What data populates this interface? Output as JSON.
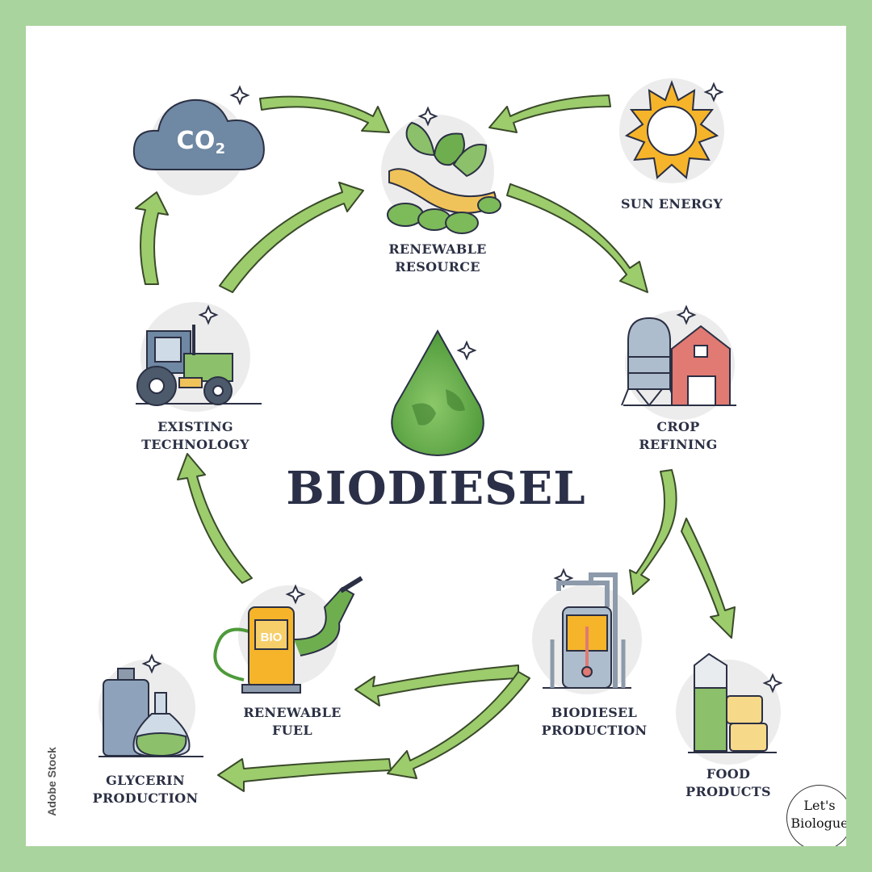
{
  "title": "BIODIESEL",
  "nodes": {
    "co2": {
      "icon_text": "CO",
      "icon_sub": "2"
    },
    "renewable_resource": {
      "line1": "RENEWABLE",
      "line2": "RESOURCE"
    },
    "sun_energy": {
      "line1": "SUN ENERGY"
    },
    "existing_technology": {
      "line1": "EXISTING",
      "line2": "TECHNOLOGY"
    },
    "crop_refining": {
      "line1": "CROP",
      "line2": "REFINING"
    },
    "renewable_fuel": {
      "line1": "RENEWABLE",
      "line2": "FUEL",
      "pump_text": "BIO"
    },
    "biodiesel_production": {
      "line1": "BIODIESEL",
      "line2": "PRODUCTION"
    },
    "glycerin_production": {
      "line1": "GLYCERIN",
      "line2": "PRODUCTION"
    },
    "food_products": {
      "line1": "FOOD",
      "line2": "PRODUCTS"
    }
  },
  "credit": "Adobe Stock",
  "logo": {
    "line1": "Let's",
    "line2": "Biologue"
  },
  "colors": {
    "frame": "#a9d49e",
    "arrow": "#9ccc6c",
    "arrow_outline": "#3a4a2a",
    "text": "#2b3044",
    "drop": "#6fb04a"
  }
}
